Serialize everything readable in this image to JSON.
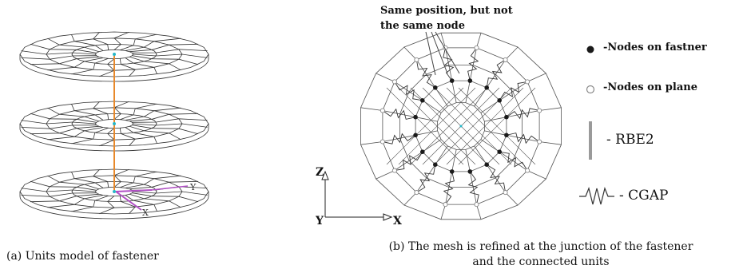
{
  "figure_a": {
    "caption": "(a) Units model of fastener",
    "coord_labels": {
      "small_x": "X",
      "small_y": "Y"
    }
  },
  "figure_b": {
    "caption_line1": "(b) The mesh is refined at the junction of the fastener",
    "caption_line2": "and the connected units",
    "callout_line1": "Same position, but not",
    "callout_line2": "the same node",
    "axes": {
      "z": "Z",
      "y": "Y",
      "x": "X"
    }
  },
  "legend": {
    "items": [
      {
        "symbol": "filled-dot",
        "label": "-Nodes on fastner"
      },
      {
        "symbol": "open-dot",
        "label": "-Nodes on plane"
      },
      {
        "symbol": "gray-bar",
        "label": "- RBE2"
      },
      {
        "symbol": "zigzag",
        "label": "- CGAP"
      }
    ]
  },
  "colors": {
    "mesh": "#333333",
    "rod": "#e8892b",
    "coord": "#b04fc4",
    "node_fill": "#1a1a1a",
    "rbe2": "#9a9a9a",
    "cyan": "#25b7c8"
  }
}
